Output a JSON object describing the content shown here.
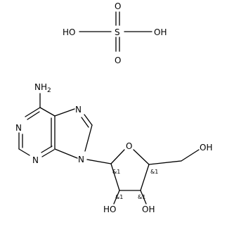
{
  "sulfuric_acid": {
    "S": "S",
    "O_top": "O",
    "O_bottom": "O",
    "OH_left": "HO",
    "OH_right": "OH"
  },
  "adenosine": {
    "NH2": "NH",
    "NH2_sub": "2",
    "N1": "N",
    "N3": "N",
    "N7": "N",
    "N9": "N",
    "O_ring": "O",
    "OH_5": "OH",
    "OH_2": "HO",
    "OH_3": "OH",
    "stereo_1": "&1",
    "stereo_2": "&1",
    "stereo_3": "&1",
    "stereo_4": "&1"
  }
}
